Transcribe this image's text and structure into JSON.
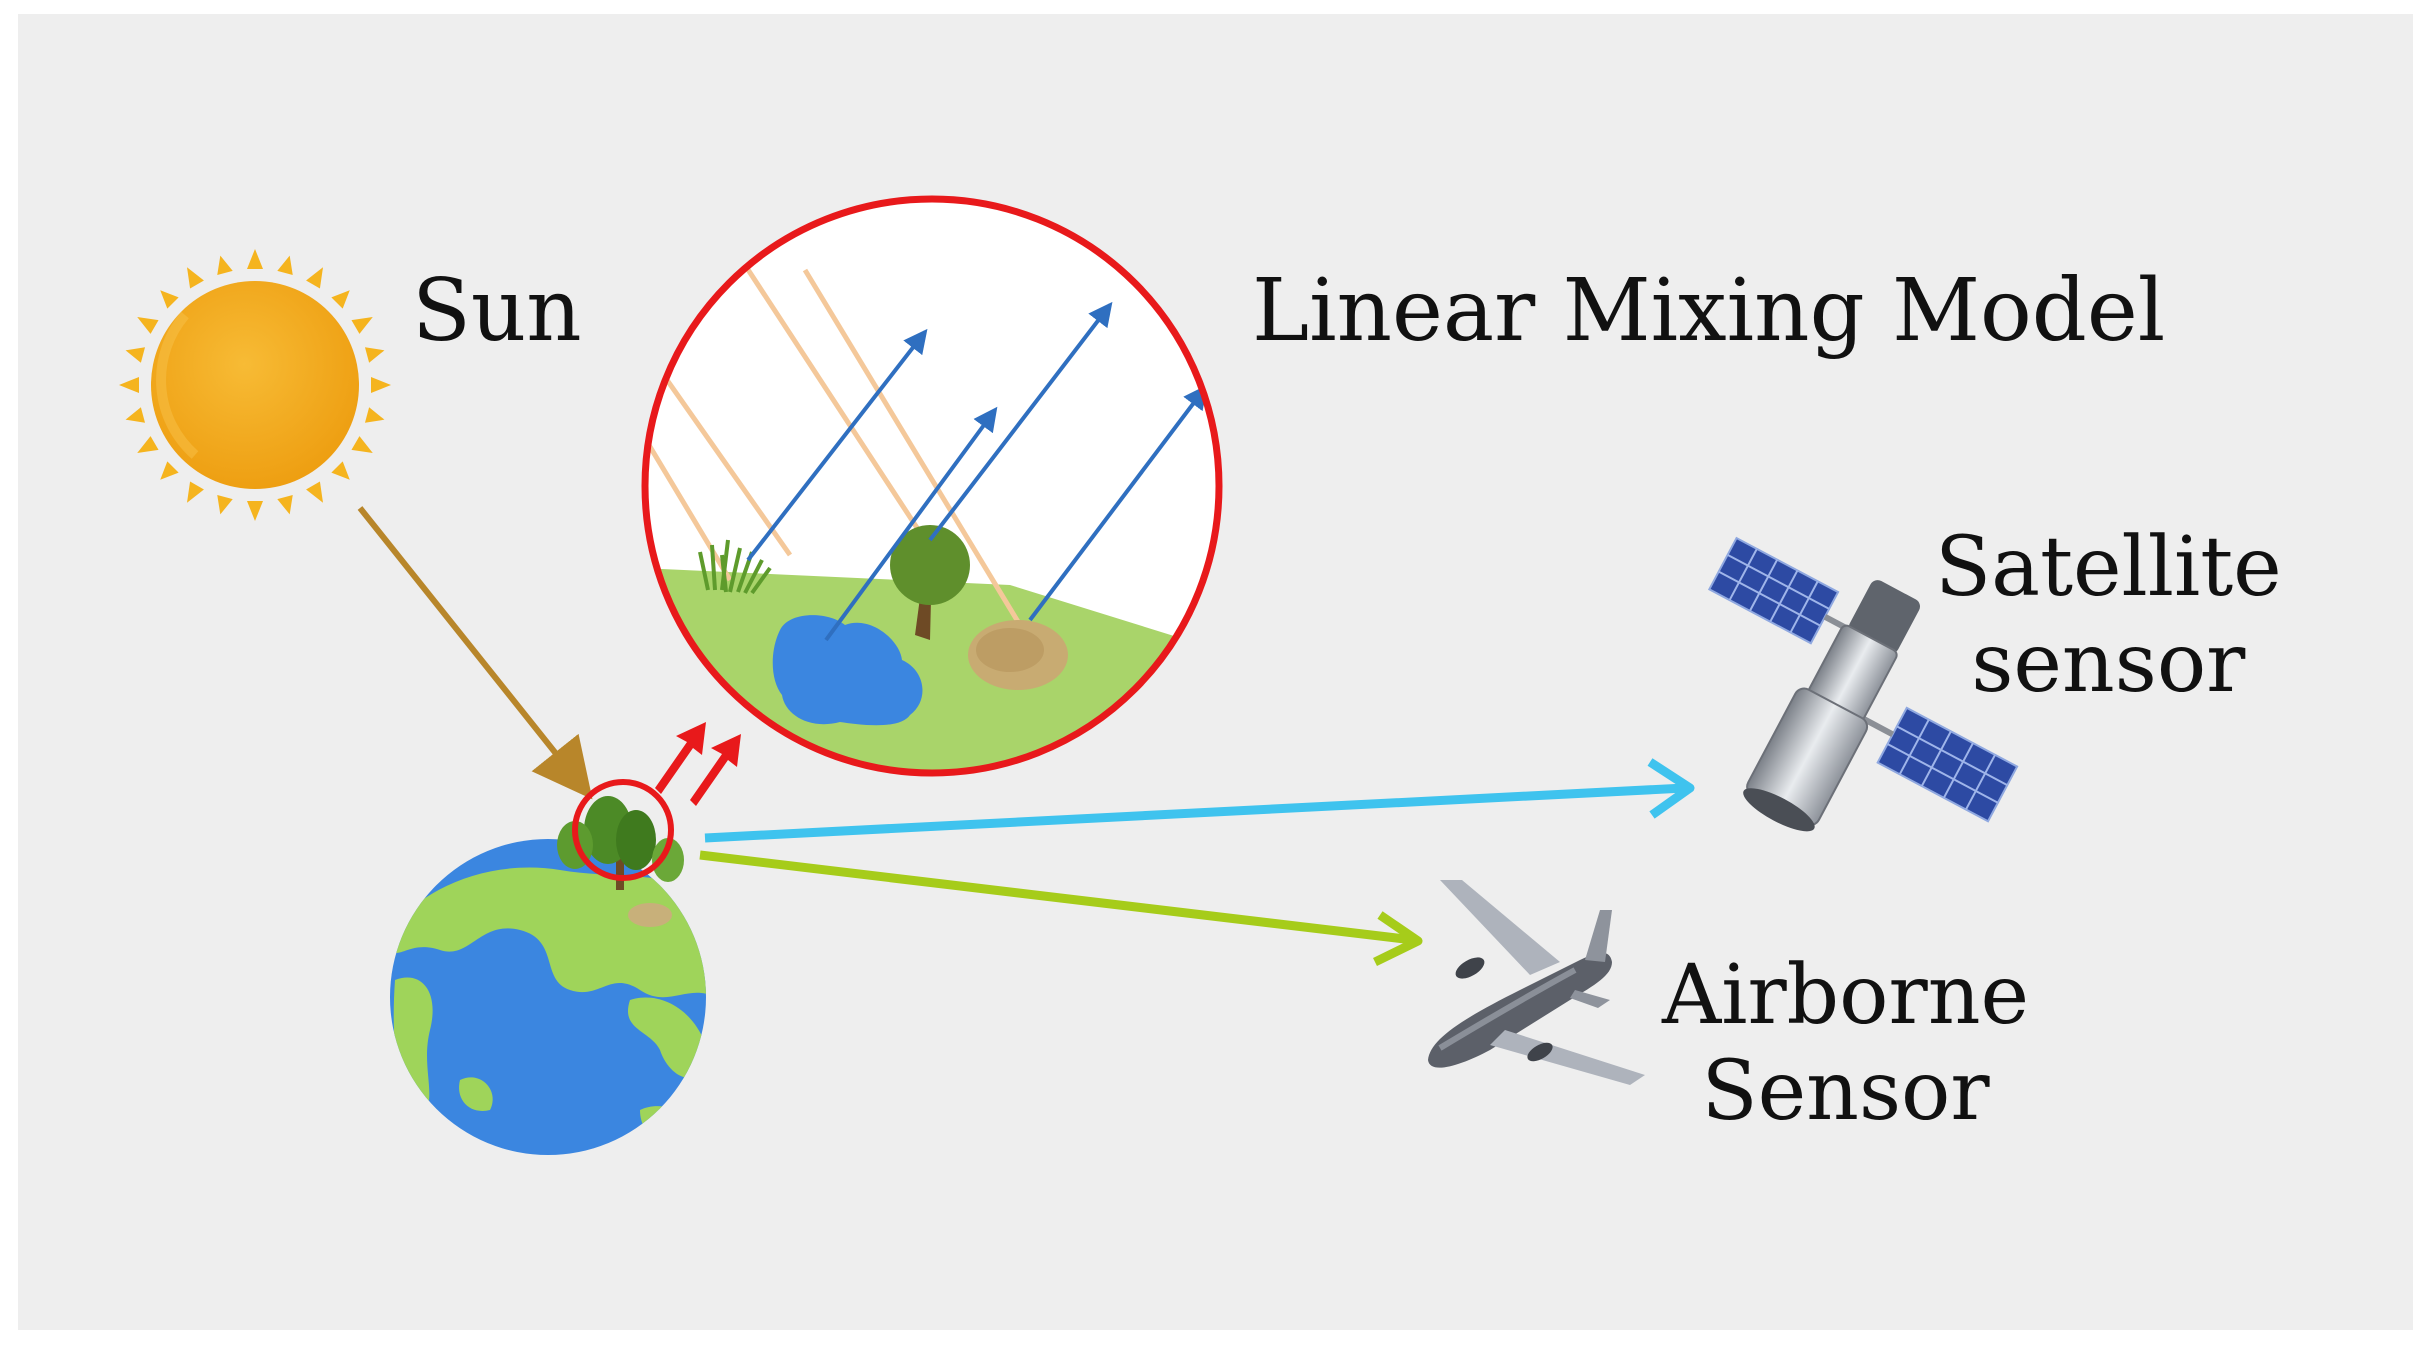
{
  "labels": {
    "sun": "Sun",
    "model": "Linear Mixing Model",
    "satellite_line1": "Satellite",
    "satellite_line2": "sensor",
    "airborne_line1": "Airborne",
    "airborne_line2": "Sensor"
  },
  "colors": {
    "background": "#eeeeee",
    "sun": "#f2a81f",
    "sun_ray": "#f5b41e",
    "incoming_arrow": "#b8862a",
    "highlight_circle": "#e8191b",
    "satellite_arrow": "#3fc3ee",
    "airborne_arrow": "#a6cc1a",
    "ocean": "#3b86e0",
    "land": "#9fd45a",
    "reflected_ray": "#2f6fc0",
    "incident_ray": "#f4c89a"
  },
  "icons": [
    "sun-icon",
    "earth-icon",
    "satellite-icon",
    "airplane-icon",
    "tree-icon",
    "grass-icon",
    "water-icon",
    "soil-icon"
  ]
}
